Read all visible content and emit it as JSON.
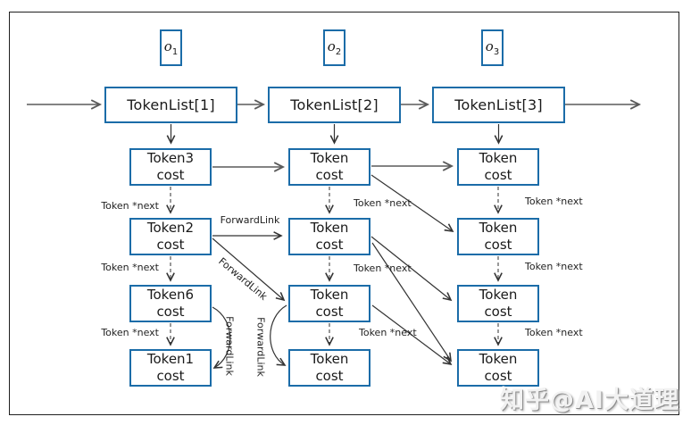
{
  "observations": [
    {
      "base": "o",
      "sub": "1"
    },
    {
      "base": "o",
      "sub": "2"
    },
    {
      "base": "o",
      "sub": "3"
    }
  ],
  "token_lists": [
    "TokenList[1]",
    "TokenList[2]",
    "TokenList[3]"
  ],
  "columns": [
    {
      "tokens": [
        {
          "line1": "Token3",
          "line2": "cost"
        },
        {
          "line1": "Token2",
          "line2": "cost"
        },
        {
          "line1": "Token6",
          "line2": "cost"
        },
        {
          "line1": "Token1",
          "line2": "cost"
        }
      ]
    },
    {
      "tokens": [
        {
          "line1": "Token",
          "line2": "cost"
        },
        {
          "line1": "Token",
          "line2": "cost"
        },
        {
          "line1": "Token",
          "line2": "cost"
        },
        {
          "line1": "Token",
          "line2": "cost"
        }
      ]
    },
    {
      "tokens": [
        {
          "line1": "Token",
          "line2": "cost"
        },
        {
          "line1": "Token",
          "line2": "cost"
        },
        {
          "line1": "Token",
          "line2": "cost"
        },
        {
          "line1": "Token",
          "line2": "cost"
        }
      ]
    }
  ],
  "labels": {
    "token_next": "Token *next",
    "forward_link": "ForwardLink"
  },
  "watermark": "知乎@AI大道理",
  "colors": {
    "box_border": "#1b6ca8",
    "arrow_gray": "#5a5a5a",
    "arrow_dark": "#333333",
    "frame": "#1f1f1f"
  }
}
